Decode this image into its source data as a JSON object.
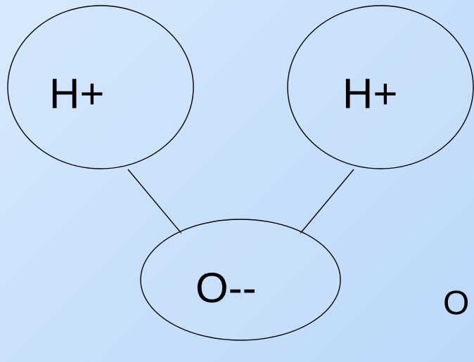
{
  "diagram": {
    "atoms": [
      {
        "id": "hydrogen-left",
        "label": "H+"
      },
      {
        "id": "hydrogen-right",
        "label": "H+"
      },
      {
        "id": "oxygen",
        "label": "O--"
      }
    ],
    "bonds": [
      {
        "from": "hydrogen-left",
        "to": "oxygen"
      },
      {
        "from": "hydrogen-right",
        "to": "oxygen"
      }
    ],
    "side_label": "O"
  }
}
